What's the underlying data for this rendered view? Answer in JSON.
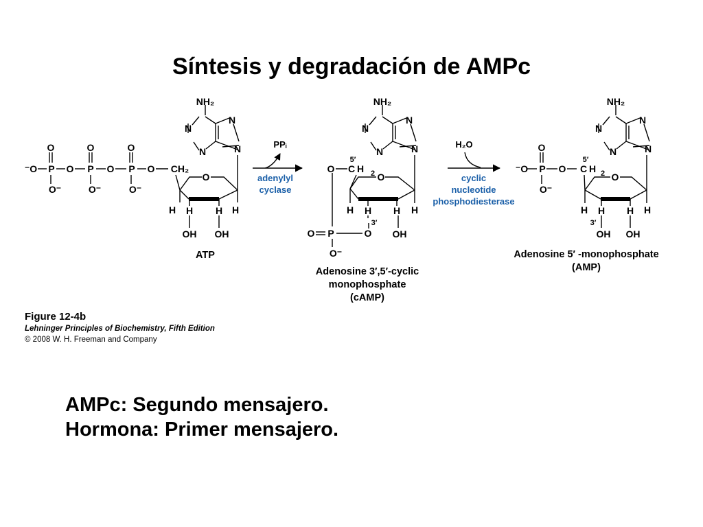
{
  "slide": {
    "title": "Síntesis y degradación de AMPc",
    "notes": [
      "AMPc: Segundo mensajero.",
      "Hormona: Primer mensajero."
    ]
  },
  "figure": {
    "caption_number": "Figure 12-4b",
    "caption_book": "Lehninger Principles of Biochemistry, Fifth Edition",
    "caption_copyright": "© 2008 W. H. Freeman and Company"
  },
  "atoms": {
    "nh2": "NH₂",
    "n": "N",
    "o": "O",
    "h": "H",
    "oh": "OH",
    "p": "P",
    "o_minus": "O⁻",
    "minus_o": "⁻O",
    "ch2": "CH₂",
    "c": "C",
    "prime5": "5′",
    "prime3": "3′"
  },
  "reactions": {
    "step1": {
      "byproduct": "PPᵢ",
      "enzyme_lines": [
        "adenylyl",
        "cyclase"
      ]
    },
    "step2": {
      "reagent": "H₂O",
      "enzyme_lines": [
        "cyclic",
        "nucleotide",
        "phosphodiesterase"
      ]
    }
  },
  "molecules": {
    "atp": {
      "label_lines": [
        "ATP"
      ]
    },
    "camp": {
      "label_lines": [
        "Adenosine 3′,5′-cyclic",
        "monophosphate",
        "(cAMP)"
      ]
    },
    "amp": {
      "label_lines": [
        "Adenosine 5′ -monophosphate",
        "(AMP)"
      ]
    }
  },
  "colors": {
    "enzyme_text": "#1a5fa8",
    "arrow": "#000000",
    "structure": "#000000"
  }
}
